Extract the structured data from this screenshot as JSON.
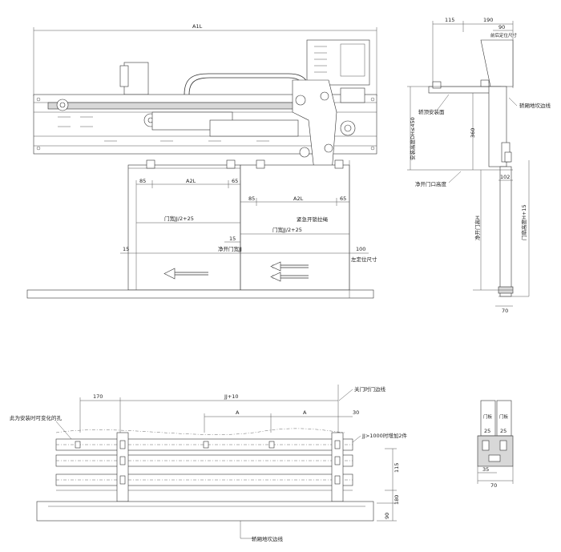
{
  "front_view": {
    "top_dim": "A1L",
    "dims": {
      "d85_left": "85",
      "a2l_left": "A2L",
      "d65_left": "65",
      "d85_right": "85",
      "a2l_right": "A2L",
      "d65_right": "65",
      "half_width_left": "门宽JJ/2+25",
      "half_width_right": "门宽JJ/2+25",
      "d15_mid": "15",
      "clear_width": "净开门宽JJ",
      "d15_left": "15",
      "d100": "100"
    },
    "labels": {
      "emergency_rope": "紧急开锁拉绳",
      "left_position": "左定位尺寸"
    }
  },
  "side_view": {
    "dims": {
      "d115": "115",
      "d190": "190",
      "d90": "90",
      "d360": "360",
      "d102": "102",
      "d70": "70",
      "door_height_h15": "门扇高度H+15",
      "clear_height_h": "净开门高H",
      "hdh": "安装高度DH≤450"
    },
    "labels": {
      "front_position": "前后定位尺寸",
      "sill_surface": "轿顶安装面",
      "car_door_sill_line": "轿厢地坎边线",
      "clear_door_top": "净开门口高度"
    }
  },
  "bottom_view": {
    "dims": {
      "d170": "170",
      "jj10": "JJ+10",
      "a_left": "A",
      "a_right": "A",
      "d30": "30",
      "d115": "115",
      "d180": "180",
      "d90": "90"
    },
    "labels": {
      "variable_holes": "此为安装时可变化的孔",
      "door_close_line": "关门时门边线",
      "extra_piece": "JJ>1000时增加2件",
      "sill_edge": "轿厢地坎边线"
    }
  },
  "section_view": {
    "labels": {
      "door_panel_left": "门板",
      "door_panel_right": "门板"
    },
    "dims": {
      "d25_left": "25",
      "d25_right": "25",
      "d35": "35",
      "d70": "70"
    }
  }
}
